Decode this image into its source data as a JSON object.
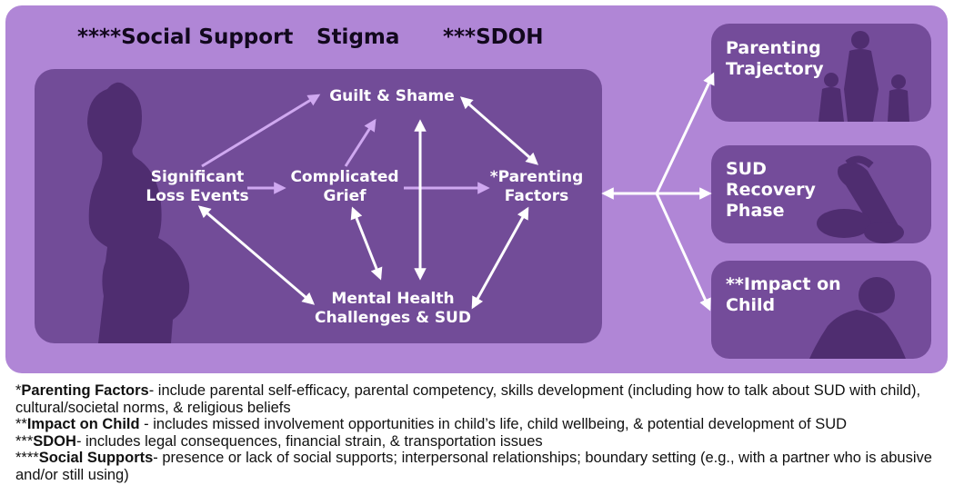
{
  "header_labels": {
    "social_support": "****Social Support",
    "stigma": "Stigma",
    "sdoh": "***SDOH"
  },
  "nodes": {
    "guilt_shame": "Guilt & Shame",
    "loss_events": "Significant\nLoss Events",
    "complicated_grief": "Complicated\nGrief",
    "parenting_factors": "*Parenting\nFactors",
    "mental_health": "Mental Health\nChallenges & SUD"
  },
  "outcomes": {
    "parenting_trajectory": "Parenting\nTrajectory",
    "sud_recovery": "SUD\nRecovery\nPhase",
    "impact_child": "**Impact on\nChild"
  },
  "legend": [
    {
      "marker": "*",
      "term": "Parenting Factors",
      "text": "- include parental self-efficacy, parental competency, skills development (including how to talk about SUD with child), cultural/societal norms, & religious beliefs"
    },
    {
      "marker": "**",
      "term": "Impact on Child",
      "text": " - includes missed involvement opportunities in child’s life, child wellbeing, & potential development of SUD"
    },
    {
      "marker": "***",
      "term": "SDOH",
      "text": "- includes legal consequences, financial strain, & transportation issues"
    },
    {
      "marker": "****",
      "term": "Social Supports",
      "text": "- presence or lack of social supports; interpersonal relationships; boundary setting (e.g., with a partner who is abusive and/or still using)"
    }
  ],
  "colors": {
    "outer_panel": "#b086d6",
    "inner_panel": "#724c98",
    "silhouette": "#4f2d70",
    "arrow_white": "#ffffff",
    "arrow_light": "#cfa8f0"
  }
}
